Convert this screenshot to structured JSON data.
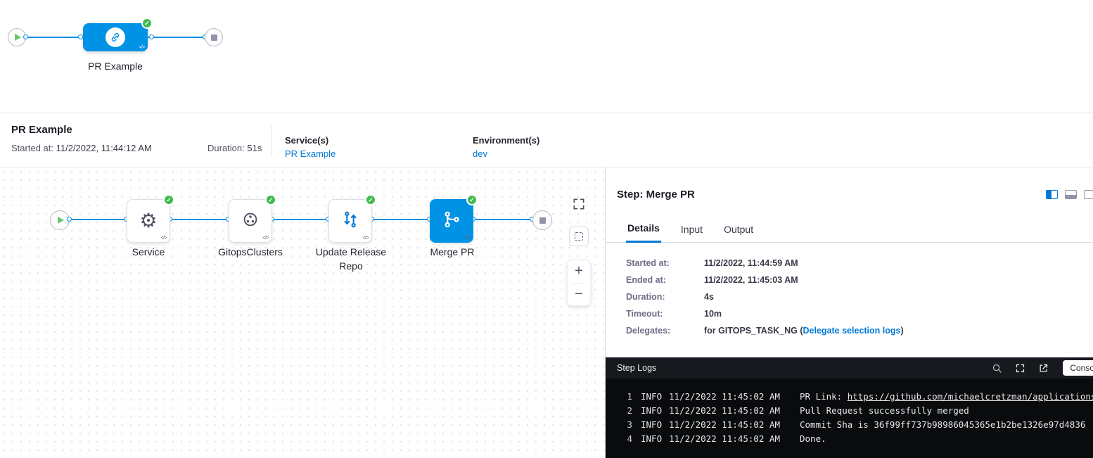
{
  "colors": {
    "accent": "#0278d5",
    "node_blue": "#0092e4",
    "success": "#3fbb4f"
  },
  "icons": {
    "code": "</>",
    "check": "✓",
    "plus": "+",
    "minus": "−",
    "gear": "⚙"
  },
  "overview": {
    "node_label": "PR Example"
  },
  "summary": {
    "title": "PR Example",
    "started_label": "Started at:",
    "started_value": "11/2/2022, 11:44:12 AM",
    "duration_label": "Duration:",
    "duration_value": "51s",
    "services_label": "Service(s)",
    "services_value": "PR Example",
    "environments_label": "Environment(s)",
    "environments_value": "dev"
  },
  "canvas": {
    "nodes": [
      {
        "label": "Service"
      },
      {
        "label": "GitopsClusters"
      },
      {
        "label": "Update Release Repo"
      },
      {
        "label": "Merge PR"
      }
    ]
  },
  "step_panel": {
    "title": "Step: Merge PR",
    "tabs": [
      {
        "label": "Details"
      },
      {
        "label": "Input"
      },
      {
        "label": "Output"
      }
    ],
    "details": [
      {
        "label": "Started at:",
        "value": "11/2/2022, 11:44:59 AM"
      },
      {
        "label": "Ended at:",
        "value": "11/2/2022, 11:45:03 AM"
      },
      {
        "label": "Duration:",
        "value": "4s"
      },
      {
        "label": "Timeout:",
        "value": "10m"
      },
      {
        "label": "Delegates:",
        "value": "for GITOPS_TASK_NG (",
        "link": "Delegate selection logs",
        "suffix": ")"
      }
    ]
  },
  "logs": {
    "title": "Step Logs",
    "console_button": "Conso",
    "lines": [
      {
        "num": "1",
        "level": "INFO",
        "time": "11/2/2022 11:45:02 AM",
        "message": "PR Link: ",
        "link": "https://github.com/michaelcretzman/applications"
      },
      {
        "num": "2",
        "level": "INFO",
        "time": "11/2/2022 11:45:02 AM",
        "message": "Pull Request successfully merged"
      },
      {
        "num": "3",
        "level": "INFO",
        "time": "11/2/2022 11:45:02 AM",
        "message": "Commit Sha is 36f99ff737b98986045365e1b2be1326e97d4836"
      },
      {
        "num": "4",
        "level": "INFO",
        "time": "11/2/2022 11:45:02 AM",
        "message": "Done."
      }
    ]
  }
}
